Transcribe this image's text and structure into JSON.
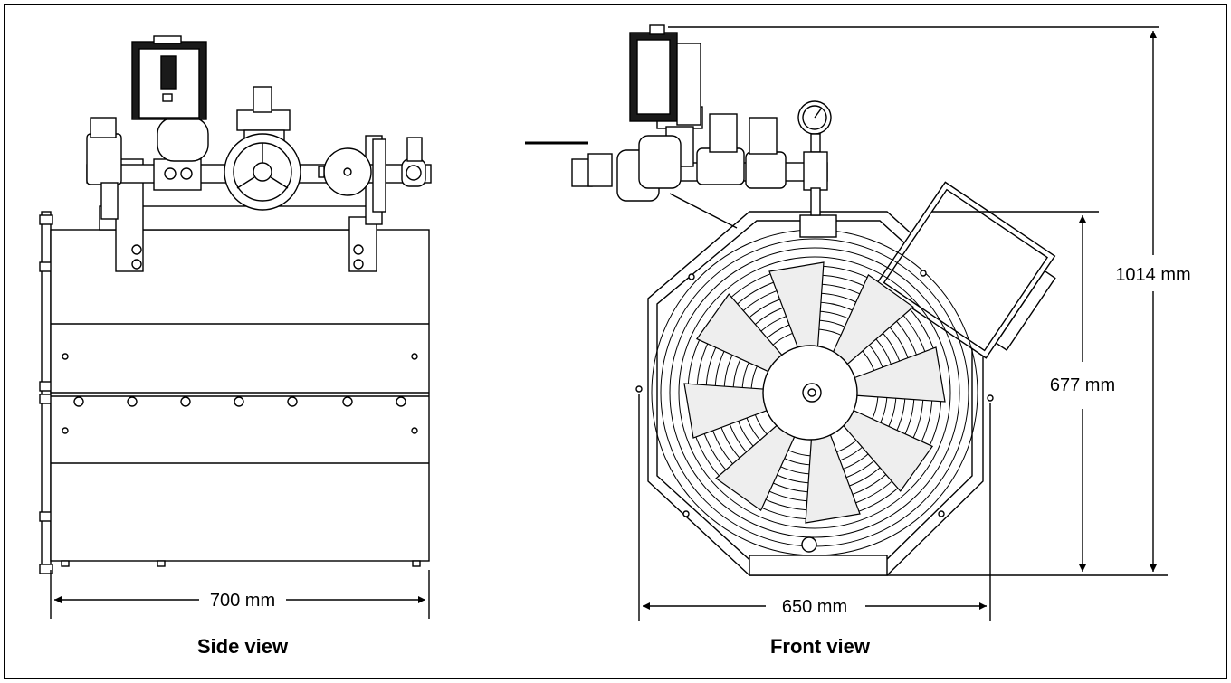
{
  "side_view": {
    "caption": "Side view",
    "width_dimension": "700 mm"
  },
  "front_view": {
    "caption": "Front view",
    "width_dimension": "650 mm",
    "body_height_dimension": "677 mm",
    "total_height_dimension": "1014 mm"
  },
  "colors": {
    "line": "#000000",
    "panel_fill": "#ffffff",
    "dark_fill": "#1a1a1a",
    "blade_fill": "#eeeeee"
  }
}
